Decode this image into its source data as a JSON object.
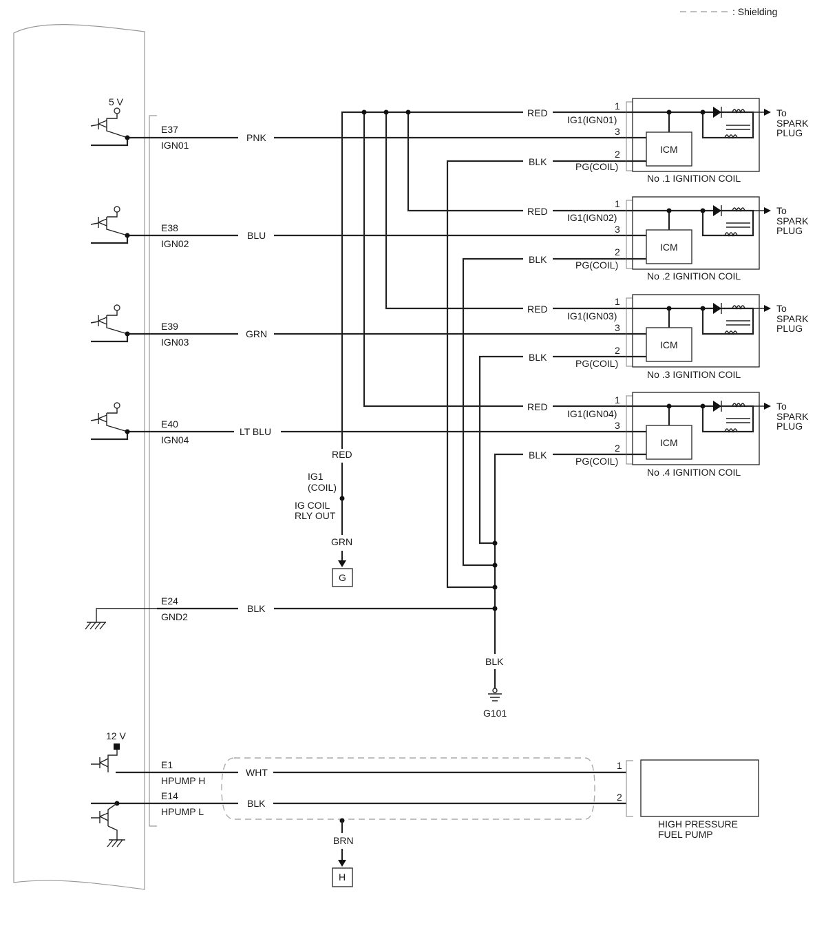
{
  "legend": {
    "shielding_label": ": Shielding"
  },
  "ecm": {
    "pins": [
      {
        "pin": "E37",
        "name": "IGN01",
        "wire": "PNK"
      },
      {
        "pin": "E38",
        "name": "IGN02",
        "wire": "BLU"
      },
      {
        "pin": "E39",
        "name": "IGN03",
        "wire": "GRN"
      },
      {
        "pin": "E40",
        "name": "IGN04",
        "wire": "LT BLU"
      },
      {
        "pin": "E24",
        "name": "GND2",
        "wire": "BLK"
      },
      {
        "pin": "E1",
        "name": "HPUMP H",
        "wire": "WHT"
      },
      {
        "pin": "E14",
        "name": "HPUMP L",
        "wire": "BLK"
      }
    ],
    "voltage_5v": "5 V",
    "voltage_12v": "12 V"
  },
  "coils": [
    {
      "title": "No .1 IGNITION COIL",
      "ig1_label": "IG1(IGN01)",
      "pg_label": "PG(COIL)",
      "pin1": "1",
      "pin2": "2",
      "pin3": "3",
      "wire_red": "RED",
      "wire_blk": "BLK",
      "icm": "ICM",
      "to": "To",
      "spark": "SPARK",
      "plug": "PLUG"
    },
    {
      "title": "No .2 IGNITION COIL",
      "ig1_label": "IG1(IGN02)",
      "pg_label": "PG(COIL)",
      "pin1": "1",
      "pin2": "2",
      "pin3": "3",
      "wire_red": "RED",
      "wire_blk": "BLK",
      "icm": "ICM",
      "to": "To",
      "spark": "SPARK",
      "plug": "PLUG"
    },
    {
      "title": "No .3 IGNITION COIL",
      "ig1_label": "IG1(IGN03)",
      "pg_label": "PG(COIL)",
      "pin1": "1",
      "pin2": "2",
      "pin3": "3",
      "wire_red": "RED",
      "wire_blk": "BLK",
      "icm": "ICM",
      "to": "To",
      "spark": "SPARK",
      "plug": "PLUG"
    },
    {
      "title": "No .4 IGNITION COIL",
      "ig1_label": "IG1(IGN04)",
      "pg_label": "PG(COIL)",
      "pin1": "1",
      "pin2": "2",
      "pin3": "3",
      "wire_red": "RED",
      "wire_blk": "BLK",
      "icm": "ICM",
      "to": "To",
      "spark": "SPARK",
      "plug": "PLUG"
    }
  ],
  "relay": {
    "wire_red": "RED",
    "ig1": "IG1",
    "coil": "(COIL)",
    "ig_coil": "IG COIL",
    "rly_out": "RLY OUT",
    "wire_grn": "GRN",
    "connector": "G"
  },
  "ground": {
    "wire": "BLK",
    "label": "G101"
  },
  "pump": {
    "pin1": "1",
    "pin2": "2",
    "line1": "HIGH PRESSURE",
    "line2": "FUEL PUMP",
    "shield_drain_wire": "BRN",
    "connector": "H"
  }
}
